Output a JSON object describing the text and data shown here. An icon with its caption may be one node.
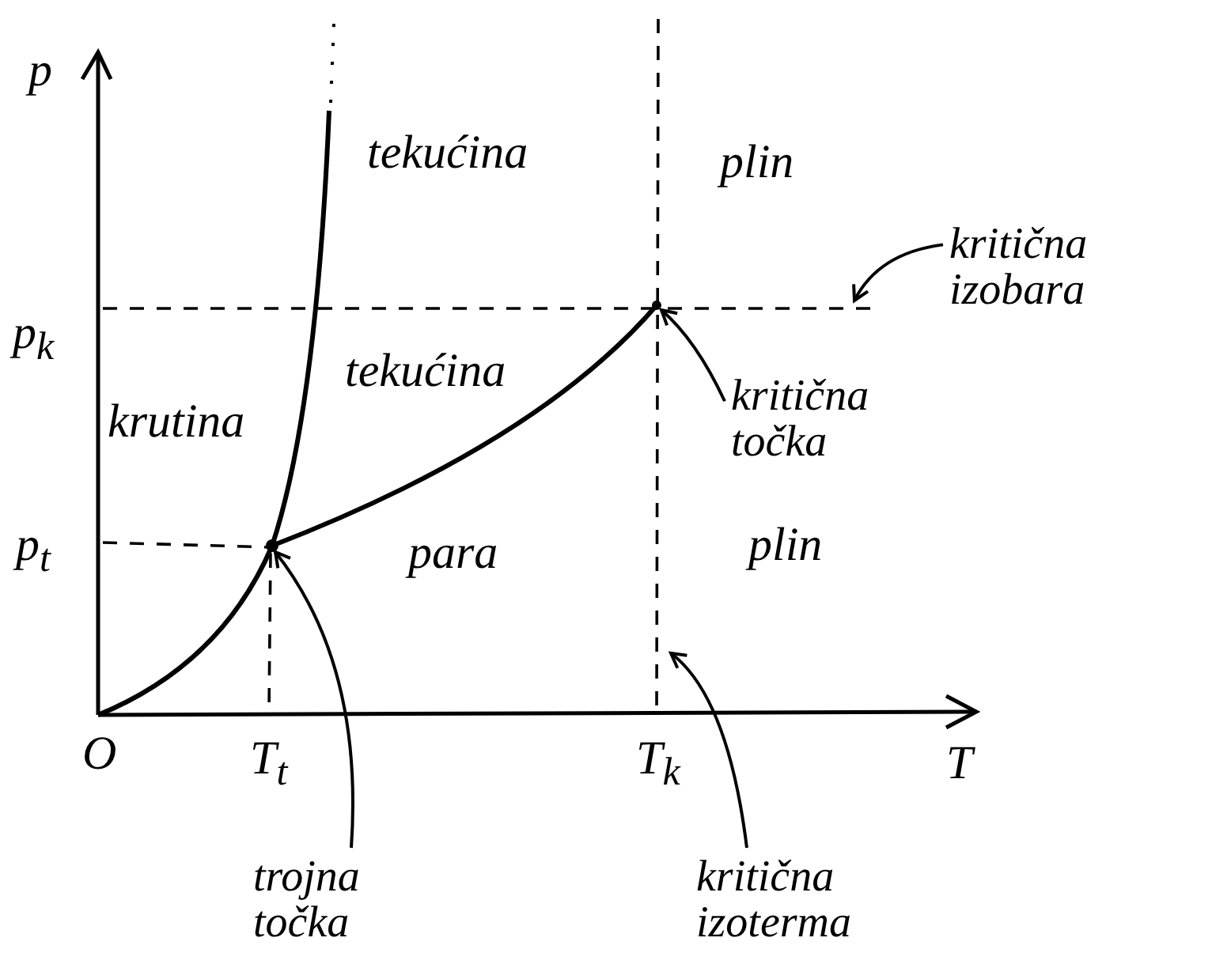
{
  "diagram": {
    "nodes": [
      {
        "text": [
          "kritična izobara"
        ]
      },
      {
        "text": [
          "kritična točka"
        ]
      },
      {
        "text": [
          "trojna točka"
        ]
      },
      {
        "text": [
          "kritična izoterma"
        ]
      },
      {
        "text": [],
        "shape": "circle"
      },
      {
        "text": [],
        "shape": "circle"
      }
    ],
    "edges": [
      {
        "from": 0,
        "to": null,
        "arrow": "to"
      },
      {
        "from": 1,
        "to": 5,
        "arrow": "to"
      },
      {
        "from": 2,
        "to": 4,
        "arrow": "to"
      },
      {
        "from": 3,
        "to": null,
        "arrow": "to"
      }
    ],
    "labels": [
      "p",
      "tekućina",
      "plin",
      "p$_{k}$",
      "tekućina",
      "krutina",
      "p$_{t}$",
      "para",
      "plin",
      "O",
      "T$_{t}$",
      "T$_{k}$",
      "T"
    ]
  }
}
